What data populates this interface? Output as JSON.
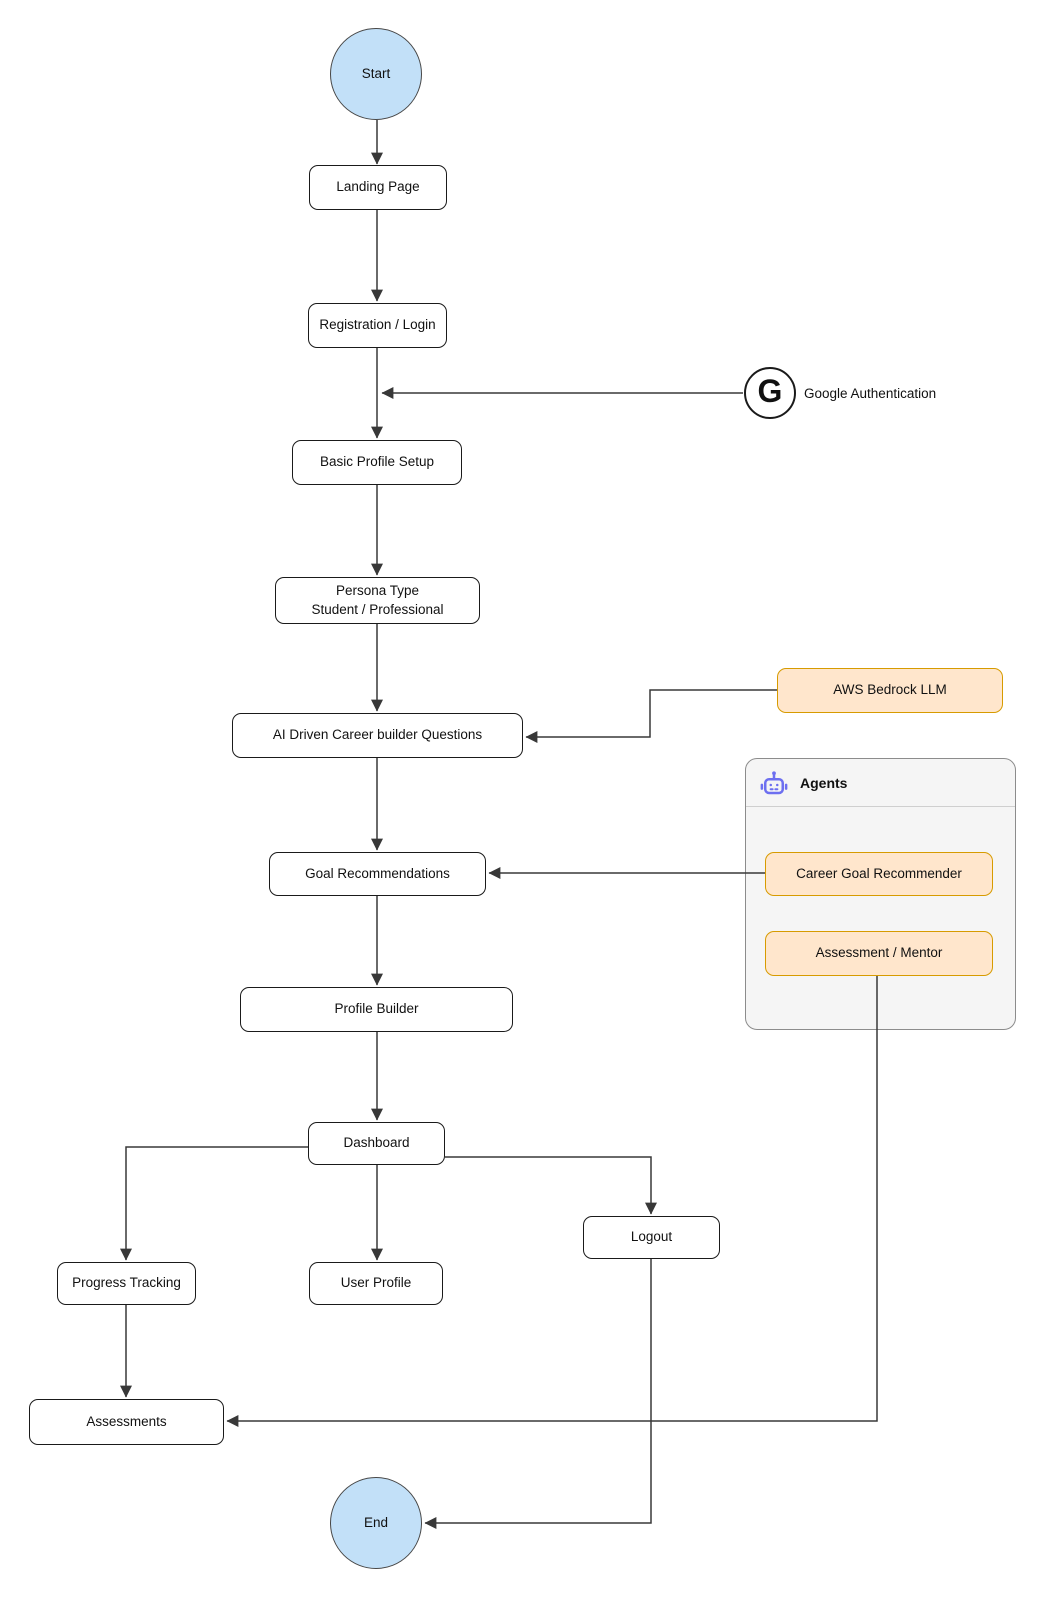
{
  "diagram": {
    "nodes": {
      "start": {
        "label": "Start",
        "type": "terminal"
      },
      "landing_page": {
        "label": "Landing Page",
        "type": "process"
      },
      "registration_login": {
        "label": "Registration / Login",
        "type": "process"
      },
      "google_auth": {
        "label": "Google Authentication",
        "icon": "google-icon",
        "icon_glyph": "G"
      },
      "basic_profile_setup": {
        "label": "Basic Profile Setup",
        "type": "process"
      },
      "persona_type": {
        "label": "Persona Type\nStudent / Professional",
        "type": "process"
      },
      "ai_driven_questions": {
        "label": "AI Driven Career builder Questions",
        "type": "process"
      },
      "aws_bedrock_llm": {
        "label": "AWS Bedrock LLM",
        "type": "accent"
      },
      "agents_panel": {
        "title": "Agents",
        "icon": "robot-icon"
      },
      "career_goal_recommender": {
        "label": "Career Goal Recommender",
        "type": "accent"
      },
      "assessment_mentor": {
        "label": "Assessment / Mentor",
        "type": "accent"
      },
      "goal_recommendations": {
        "label": "Goal Recommendations",
        "type": "process"
      },
      "profile_builder": {
        "label": "Profile Builder",
        "type": "process"
      },
      "dashboard": {
        "label": "Dashboard",
        "type": "process"
      },
      "logout": {
        "label": "Logout",
        "type": "process"
      },
      "progress_tracking": {
        "label": "Progress Tracking",
        "type": "process"
      },
      "user_profile": {
        "label": "User Profile",
        "type": "process"
      },
      "assessments": {
        "label": "Assessments",
        "type": "process"
      },
      "end": {
        "label": "End",
        "type": "terminal"
      }
    },
    "edges": [
      {
        "from": "start",
        "to": "landing_page"
      },
      {
        "from": "landing_page",
        "to": "registration_login"
      },
      {
        "from": "registration_login",
        "to": "basic_profile_setup"
      },
      {
        "from": "google_auth",
        "to": "basic_profile_setup"
      },
      {
        "from": "basic_profile_setup",
        "to": "persona_type"
      },
      {
        "from": "persona_type",
        "to": "ai_driven_questions"
      },
      {
        "from": "aws_bedrock_llm",
        "to": "ai_driven_questions"
      },
      {
        "from": "ai_driven_questions",
        "to": "goal_recommendations"
      },
      {
        "from": "career_goal_recommender",
        "to": "goal_recommendations"
      },
      {
        "from": "goal_recommendations",
        "to": "profile_builder"
      },
      {
        "from": "profile_builder",
        "to": "dashboard"
      },
      {
        "from": "dashboard",
        "to": "progress_tracking"
      },
      {
        "from": "dashboard",
        "to": "user_profile"
      },
      {
        "from": "dashboard",
        "to": "logout"
      },
      {
        "from": "progress_tracking",
        "to": "assessments"
      },
      {
        "from": "assessment_mentor",
        "to": "assessments"
      },
      {
        "from": "logout",
        "to": "end"
      }
    ],
    "colors": {
      "terminal_fill": "#C2E0F8",
      "terminal_stroke": "#474747",
      "process_fill": "#FFFFFF",
      "process_stroke": "#1A1A1A",
      "accent_fill": "#FFE6CC",
      "accent_stroke": "#D79B00",
      "panel_fill": "#F5F5F5",
      "panel_stroke": "#8C8C8C",
      "panel_divider": "#CFCFCF",
      "agent_icon": "#6D6FF0",
      "connector": "#383838",
      "google_icon_color": "#111111",
      "text": "#111111"
    }
  }
}
